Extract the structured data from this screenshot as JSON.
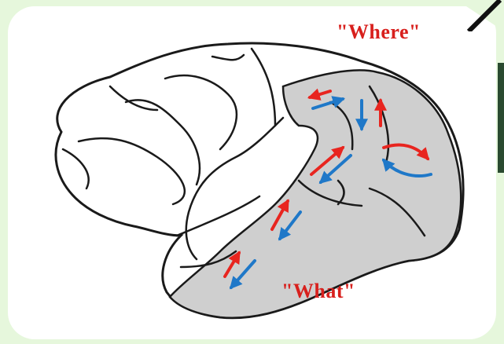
{
  "labels": {
    "dorsal_stream": "\"Where\"",
    "ventral_stream": "\"What\""
  },
  "colors": {
    "feedforward_arrow": "#e8251f",
    "feedback_arrow": "#1f78c8",
    "visual_cortex_fill": "#cfcfcf",
    "outline": "#1a1a1a",
    "label_text": "#d8201d",
    "background": "#e6f7dc"
  },
  "icons": {
    "corner": "pen-stroke-decoration"
  }
}
